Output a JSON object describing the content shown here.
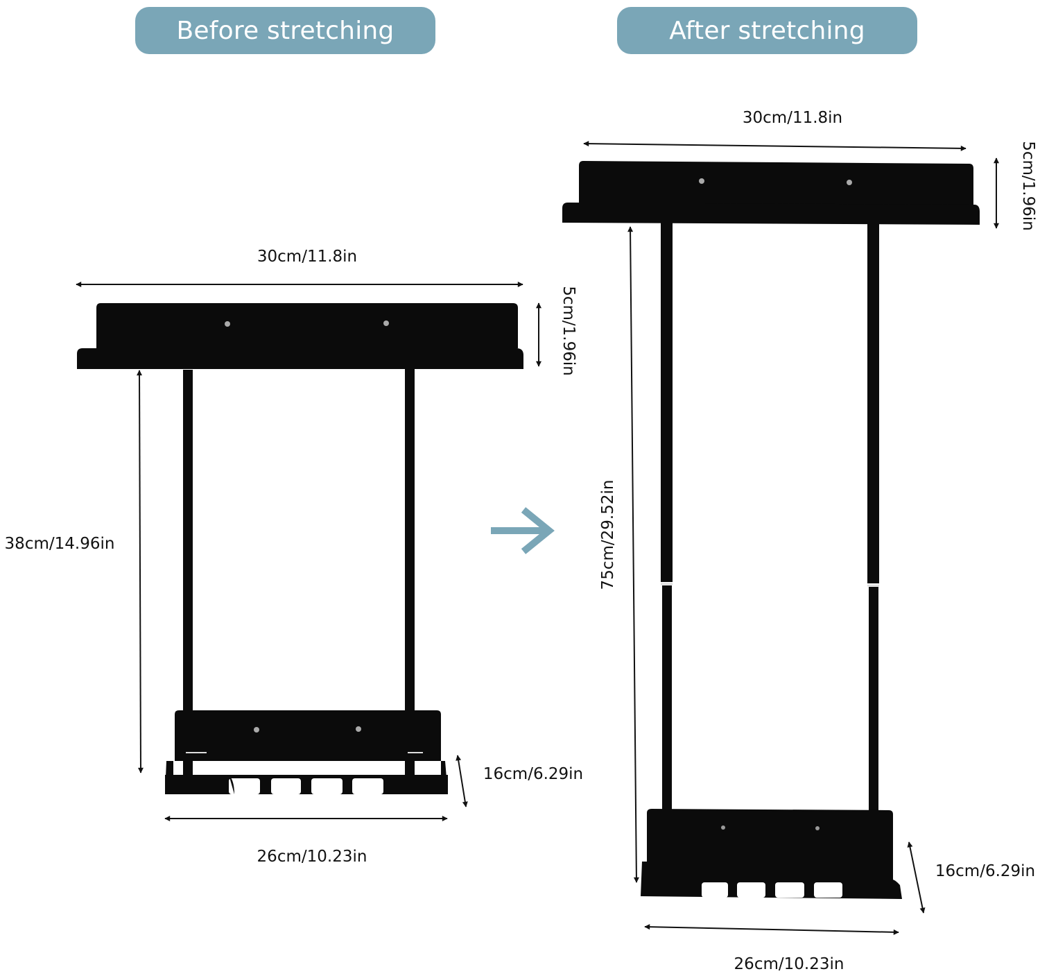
{
  "labels": {
    "before": "Before stretching",
    "after": "After stretching"
  },
  "dimensions": {
    "before_width_top": "30cm/11.8in",
    "before_shelf_height": "5cm/1.96in",
    "before_pole_height": "38cm/14.96in",
    "before_base_height": "16cm/6.29in",
    "before_width_bottom": "26cm/10.23in",
    "after_width_top": "30cm/11.8in",
    "after_shelf_height": "5cm/1.96in",
    "after_pole_height": "75cm/29.52in",
    "after_base_height": "16cm/6.29in",
    "after_width_bottom": "26cm/10.23in"
  },
  "colors": {
    "pill": "#7aa6b7",
    "arrow": "#7aa6b7",
    "product": "#0b0b0b",
    "text": "#111111"
  },
  "icons": {
    "transition": "arrow-right-icon"
  }
}
